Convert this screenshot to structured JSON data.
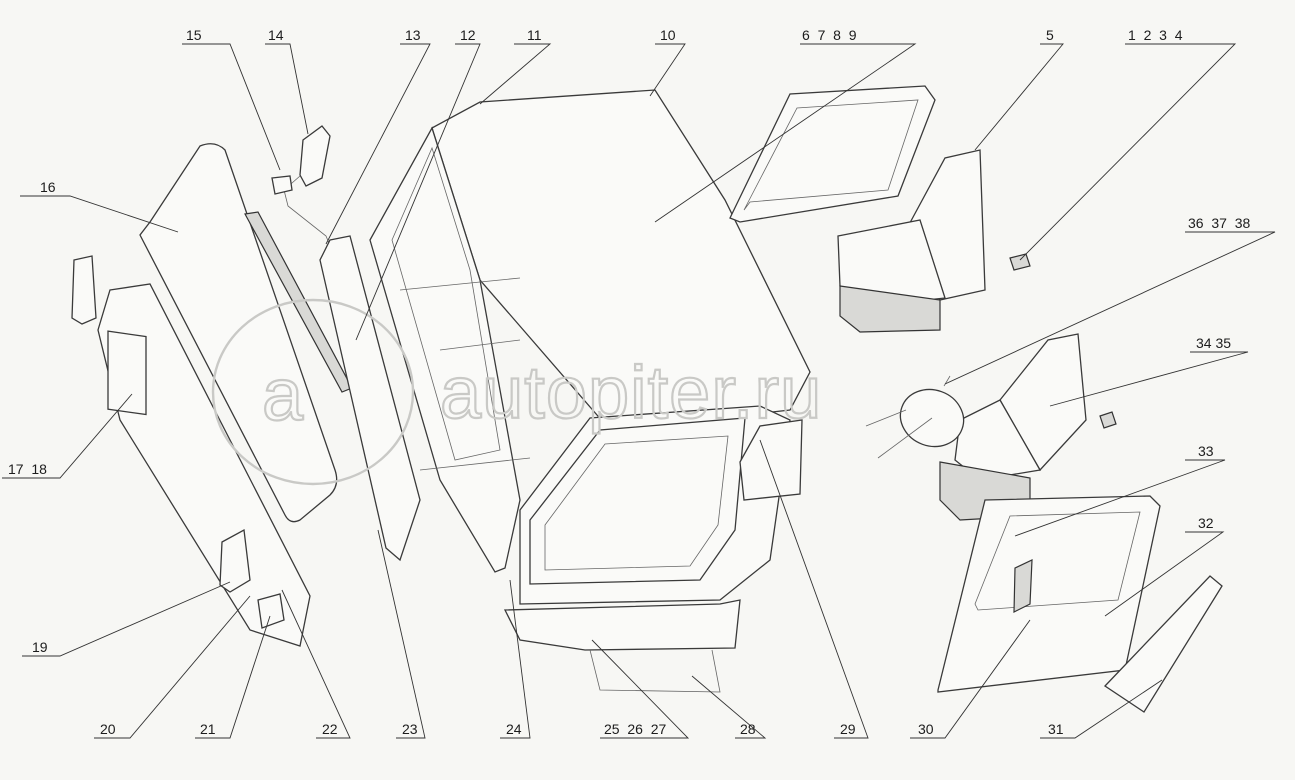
{
  "watermark": {
    "text": "autopiter.ru",
    "logo_glyph": "a"
  },
  "labels": [
    {
      "id": "l15",
      "text": "15"
    },
    {
      "id": "l14",
      "text": "14"
    },
    {
      "id": "l13",
      "text": "13"
    },
    {
      "id": "l12",
      "text": "12"
    },
    {
      "id": "l11",
      "text": "11"
    },
    {
      "id": "l10",
      "text": "10"
    },
    {
      "id": "l6789",
      "text": "6  7  8  9"
    },
    {
      "id": "l5",
      "text": "5"
    },
    {
      "id": "l1234",
      "text": "1  2  3  4"
    },
    {
      "id": "l16",
      "text": "16"
    },
    {
      "id": "l363738",
      "text": "36  37  38"
    },
    {
      "id": "l3435",
      "text": "34 35"
    },
    {
      "id": "l1718",
      "text": "17  18"
    },
    {
      "id": "l33",
      "text": "33"
    },
    {
      "id": "l32",
      "text": "32"
    },
    {
      "id": "l19",
      "text": "19"
    },
    {
      "id": "l20",
      "text": "20"
    },
    {
      "id": "l21",
      "text": "21"
    },
    {
      "id": "l22",
      "text": "22"
    },
    {
      "id": "l23",
      "text": "23"
    },
    {
      "id": "l24",
      "text": "24"
    },
    {
      "id": "l252627",
      "text": "25  26  27"
    },
    {
      "id": "l28",
      "text": "28"
    },
    {
      "id": "l29",
      "text": "29"
    },
    {
      "id": "l30",
      "text": "30"
    },
    {
      "id": "l31",
      "text": "31"
    }
  ]
}
